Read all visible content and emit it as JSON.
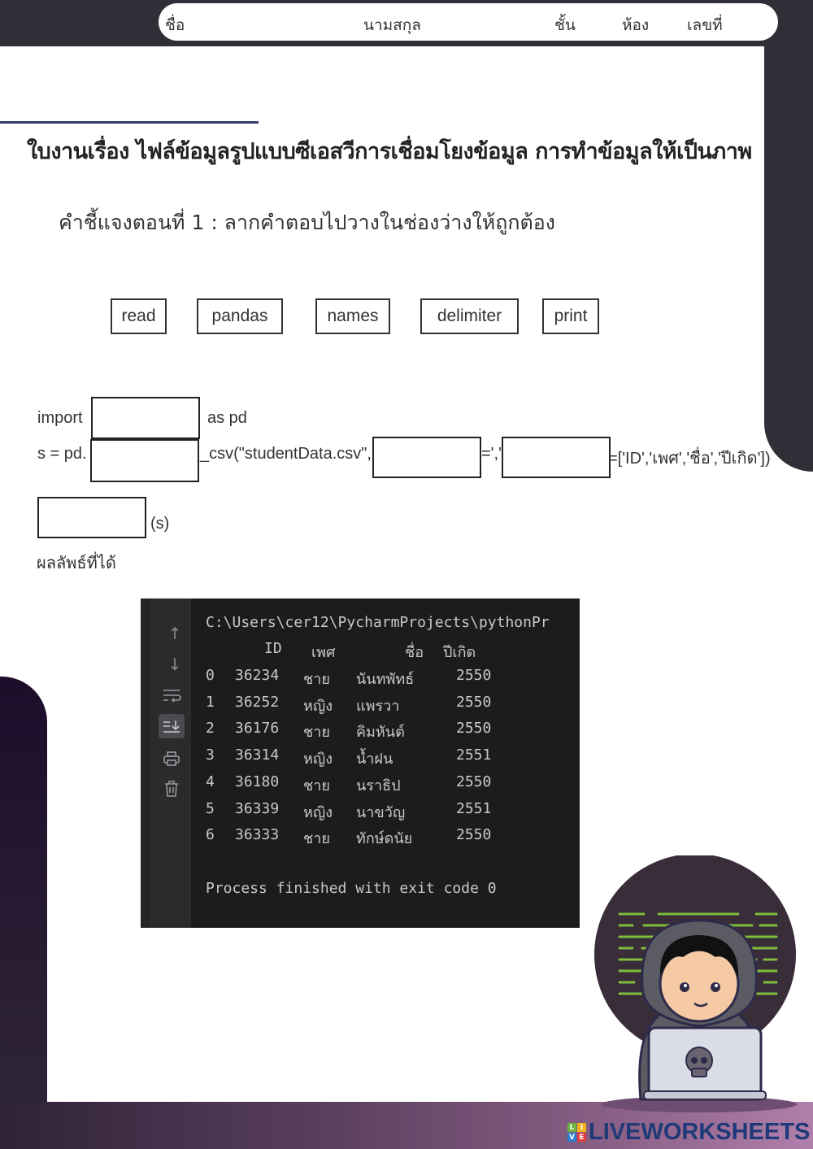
{
  "header": {
    "name_label": "ชื่อ",
    "surname_label": "นามสกุล",
    "grade_label": "ชั้น",
    "room_label": "ห้อง",
    "number_label": "เลขที่"
  },
  "title": "ใบงานเรื่อง ไฟล์ข้อมูลรูปแบบซีเอสวีการเชื่อมโยงข้อมูล การทำข้อมูลให้เป็นภาพ",
  "instruction": "คำชี้แจงตอนที่ 1 : ลากคำตอบไปวางในช่องว่างให้ถูกต้อง",
  "word_bank": [
    "read",
    "pandas",
    "names",
    "delimiter",
    "print"
  ],
  "code": {
    "import_kw": "import",
    "as_pd": "as pd",
    "assign": "s = pd.",
    "csv_call": "_csv(\"studentData.csv\",",
    "eq_comma": "=',' ",
    "names_list": "=['ID','เพศ','ชื่อ','ปีเกิด'])",
    "print_arg": "(s)"
  },
  "result_label": "ผลลัพธ์ที่ได้",
  "console": {
    "path": "C:\\Users\\cer12\\PycharmProjects\\pythonPr",
    "columns": [
      "ID",
      "เพศ",
      "ชื่อ",
      "ปีเกิด"
    ],
    "rows": [
      {
        "index": "0",
        "id": "36234",
        "sex": "ชาย",
        "name": "นันทพัทธ์",
        "year": "2550"
      },
      {
        "index": "1",
        "id": "36252",
        "sex": "หญิง",
        "name": "แพรวา",
        "year": "2550"
      },
      {
        "index": "2",
        "id": "36176",
        "sex": "ชาย",
        "name": "คิมหันต์",
        "year": "2550"
      },
      {
        "index": "3",
        "id": "36314",
        "sex": "หญิง",
        "name": "น้ำฝน",
        "year": "2551"
      },
      {
        "index": "4",
        "id": "36180",
        "sex": "ชาย",
        "name": "นราธิป",
        "year": "2550"
      },
      {
        "index": "5",
        "id": "36339",
        "sex": "หญิง",
        "name": "นาขวัญ",
        "year": "2551"
      },
      {
        "index": "6",
        "id": "36333",
        "sex": "ชาย",
        "name": "ทักษ์ดนัย",
        "year": "2550"
      }
    ],
    "footer": "Process finished with exit code 0",
    "gutter_icons": [
      "arrow-up-icon",
      "arrow-down-icon",
      "soft-wrap-icon",
      "scroll-to-end-icon",
      "print-icon",
      "trash-icon"
    ]
  },
  "logo": {
    "blocks": [
      "L",
      "I",
      "V",
      "E"
    ],
    "text": "LIVEWORKSHEETS"
  },
  "colors": {
    "dark_frame": "#2f2f37",
    "title_rule": "#2f3b6e",
    "console_bg": "#1e1b1f",
    "logo_blue": "#1f3a78",
    "code_green": "#7dbd3a"
  }
}
